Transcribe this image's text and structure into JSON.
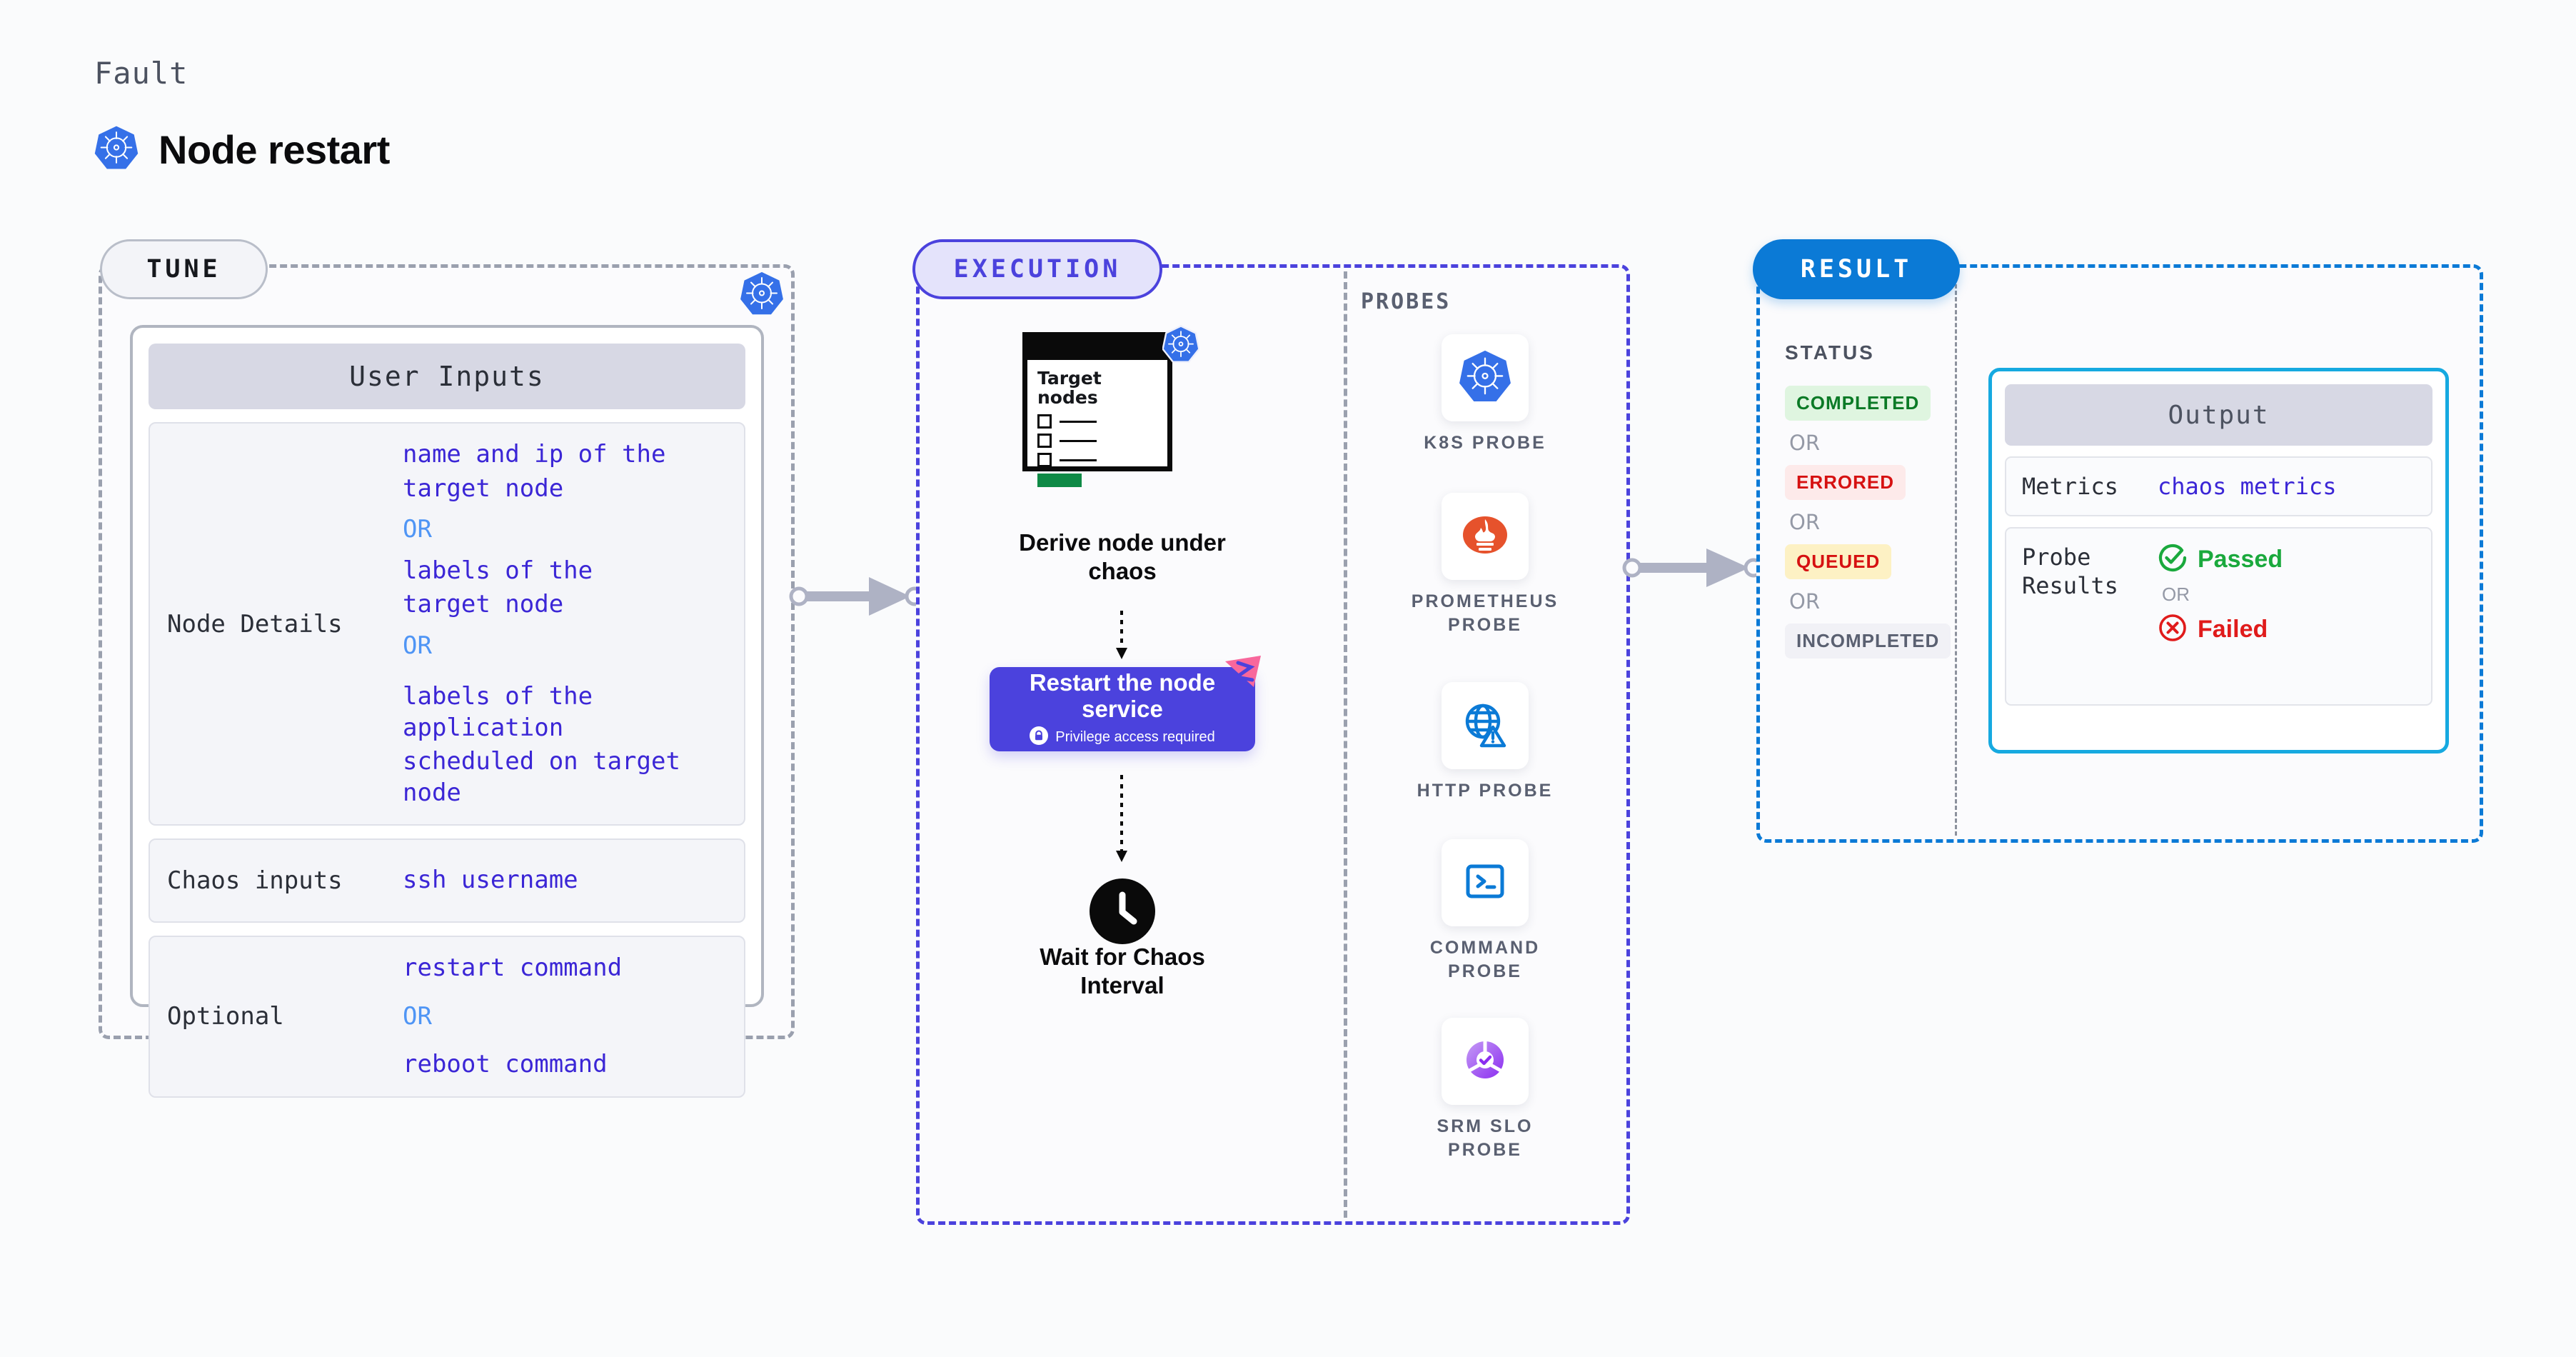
{
  "header": {
    "eyebrow": "Fault",
    "title": "Node restart",
    "icon": "kubernetes-icon"
  },
  "stages": {
    "tune": {
      "label": "TUNE"
    },
    "execution": {
      "label": "EXECUTION"
    },
    "result": {
      "label": "RESULT"
    }
  },
  "tune": {
    "card_title": "User Inputs",
    "rows": [
      {
        "label": "Node Details",
        "values": [
          "name and ip of the",
          "target node",
          "OR",
          "labels of the",
          "target node",
          "OR",
          "labels of the application",
          " scheduled on target node"
        ]
      },
      {
        "label": "Chaos inputs",
        "values": [
          "ssh username"
        ]
      },
      {
        "label": "Optional",
        "values": [
          "restart command",
          "OR",
          "reboot command"
        ]
      }
    ]
  },
  "execution": {
    "terminal": {
      "title_line1": "Target",
      "title_line2": "nodes",
      "badge_icon": "kubernetes-icon"
    },
    "step1_caption_line1": "Derive node under",
    "step1_caption_line2": "chaos",
    "action": {
      "title_line1": "Restart the node",
      "title_line2": "service",
      "note": "Privilege access required",
      "note_icon": "lock-icon",
      "corner_icon": "litmus-flag-icon",
      "color": "#4b42dd"
    },
    "wait": {
      "icon": "clock-icon",
      "caption_line1": "Wait for Chaos",
      "caption_line2": "Interval"
    }
  },
  "probes": {
    "section_label": "PROBES",
    "items": [
      {
        "name_line1": "K8S",
        "name_line2": "PROBE",
        "icon": "kubernetes-icon"
      },
      {
        "name_line1": "PROMETHEUS",
        "name_line2": "PROBE",
        "icon": "prometheus-icon"
      },
      {
        "name_line1": "HTTP",
        "name_line2": "PROBE",
        "icon": "http-globe-icon"
      },
      {
        "name_line1": "COMMAND",
        "name_line2": "PROBE",
        "icon": "terminal-icon"
      },
      {
        "name_line1": "SRM SLO",
        "name_line2": "PROBE",
        "icon": "srm-slo-icon"
      }
    ]
  },
  "result": {
    "status_label": "STATUS",
    "or_label": "OR",
    "statuses": [
      {
        "text": "COMPLETED",
        "color": "#0b7a26",
        "bg": "#dff5e0"
      },
      {
        "text": "ERRORED",
        "color": "#d61111",
        "bg": "#fdeaea"
      },
      {
        "text": "QUEUED",
        "color": "#d61111",
        "bg": "#fdf1c4"
      },
      {
        "text": "INCOMPLETED",
        "color": "#5a6071",
        "bg": "#f1f1f6"
      }
    ],
    "output": {
      "title": "Output",
      "metrics_label": "Metrics",
      "metrics_value": "chaos metrics",
      "probe_results_label_line1": "Probe",
      "probe_results_label_line2": "Results",
      "passed_text": "Passed",
      "passed_icon": "check-circle-icon",
      "or_text": "OR",
      "failed_text": "Failed",
      "failed_icon": "x-circle-icon"
    }
  },
  "connectors": {
    "arrow1": "arrow-tune-to-execution",
    "arrow2": "arrow-execution-to-result"
  }
}
